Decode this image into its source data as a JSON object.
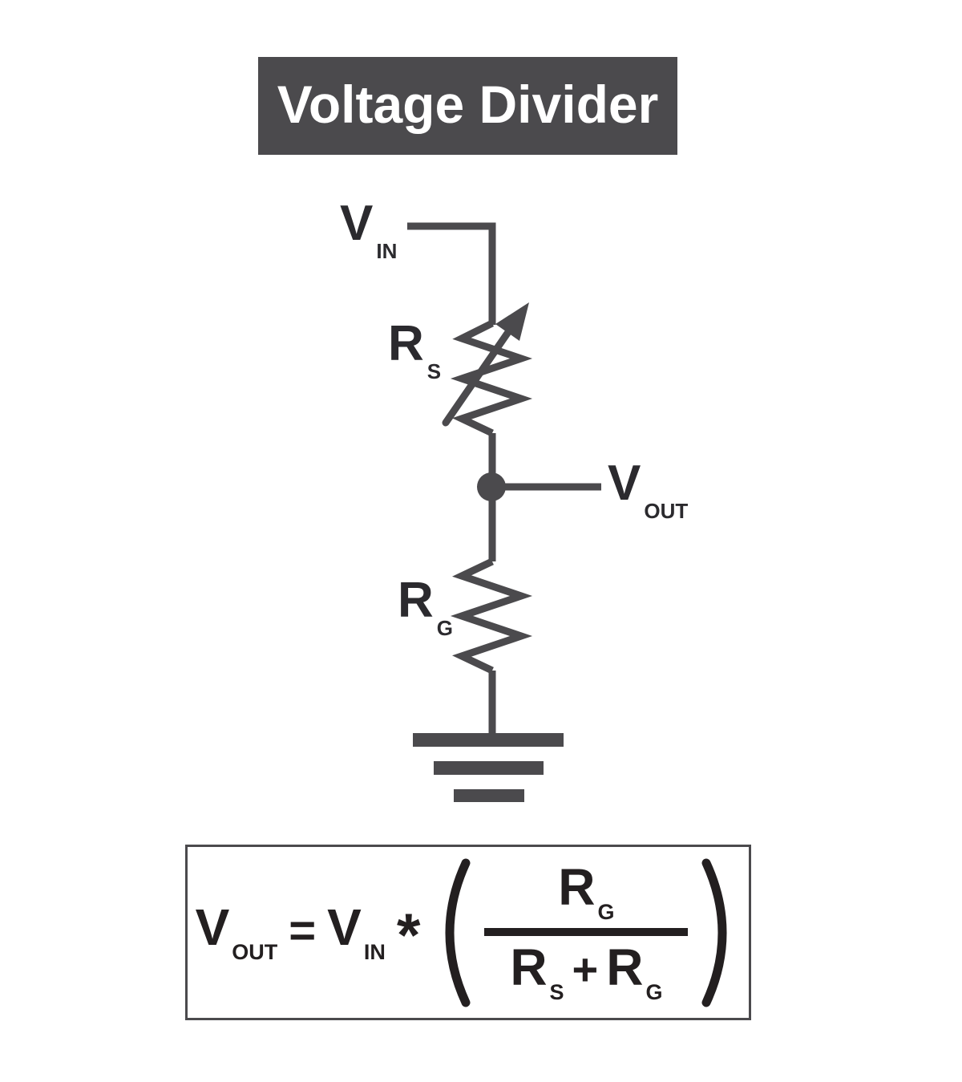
{
  "title": {
    "text": "Voltage Divider"
  },
  "circuit": {
    "vin": {
      "main": "V",
      "sub": "IN"
    },
    "rs": {
      "main": "R",
      "sub": "S"
    },
    "vout": {
      "main": "V",
      "sub": "OUT"
    },
    "rg": {
      "main": "R",
      "sub": "G"
    }
  },
  "formula": {
    "lhs": {
      "main": "V",
      "sub": "OUT"
    },
    "equals": "=",
    "vin": {
      "main": "V",
      "sub": "IN"
    },
    "operator": "*",
    "numerator": {
      "main": "R",
      "sub": "G"
    },
    "denominator": {
      "left": {
        "main": "R",
        "sub": "S"
      },
      "plus": "+",
      "right": {
        "main": "R",
        "sub": "G"
      }
    }
  },
  "icons": {
    "variable_resistor": "zigzag-with-diagonal-arrow",
    "resistor": "zigzag",
    "ground": "three-stacked-bars",
    "junction": "filled-dot"
  },
  "colors": {
    "background": "#ffffff",
    "banner_bg": "#4b4a4d",
    "banner_text": "#ffffff",
    "wire": "#4b4a4d",
    "label_text": "#2b2a2e",
    "formula_text": "#231f20"
  }
}
